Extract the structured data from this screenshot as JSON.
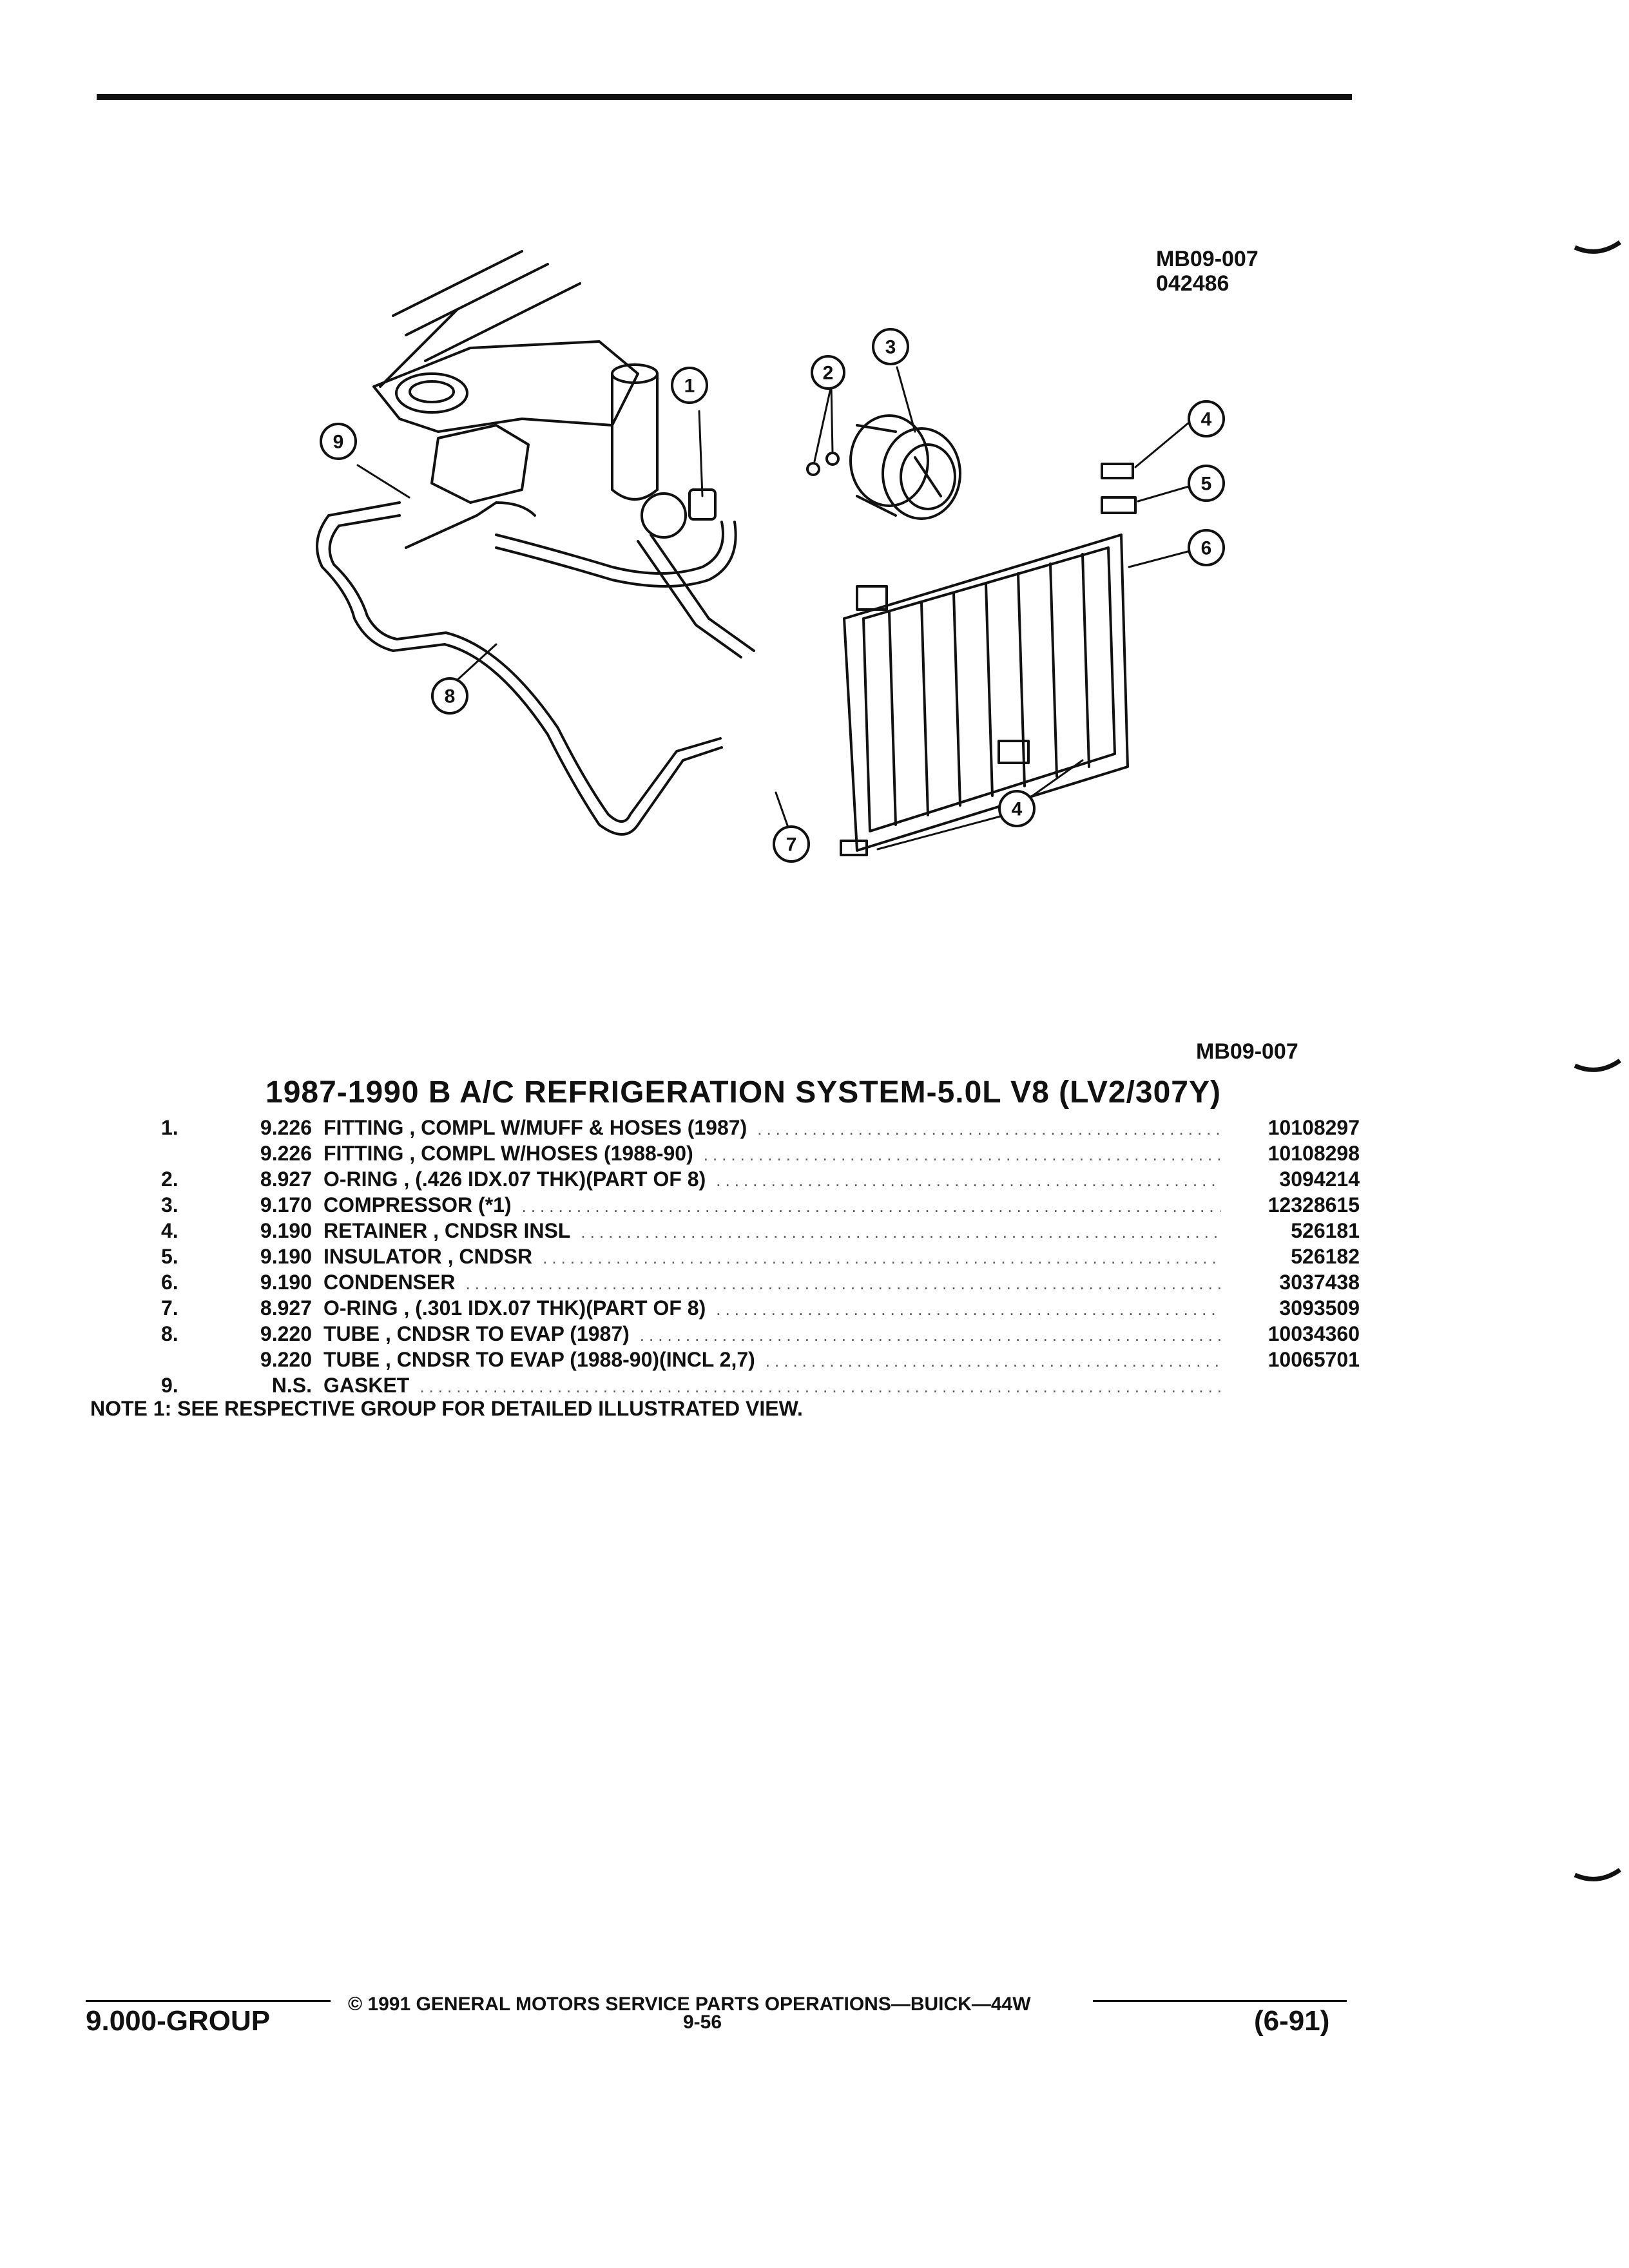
{
  "header": {
    "figure_code": "MB09-007",
    "figure_number": "042486"
  },
  "callouts": [
    "1",
    "2",
    "3",
    "4",
    "5",
    "6",
    "7",
    "8",
    "9",
    "4"
  ],
  "figure_code_below": "MB09-007",
  "title": "1987-1990 B A/C REFRIGERATION SYSTEM-5.0L V8 (LV2/307Y)",
  "parts": [
    {
      "num": "1.",
      "group": "9.226",
      "desc": "FITTING , COMPL W/MUFF & HOSES (1987)",
      "part": "10108297"
    },
    {
      "num": "",
      "group": "9.226",
      "desc": "FITTING , COMPL W/HOSES (1988-90)",
      "part": "10108298"
    },
    {
      "num": "2.",
      "group": "8.927",
      "desc": "O-RING , (.426 IDX.07 THK)(PART OF 8)",
      "part": "3094214"
    },
    {
      "num": "3.",
      "group": "9.170",
      "desc": "COMPRESSOR (*1)",
      "part": "12328615"
    },
    {
      "num": "4.",
      "group": "9.190",
      "desc": "RETAINER , CNDSR INSL",
      "part": "526181"
    },
    {
      "num": "5.",
      "group": "9.190",
      "desc": "INSULATOR , CNDSR",
      "part": "526182"
    },
    {
      "num": "6.",
      "group": "9.190",
      "desc": "CONDENSER",
      "part": "3037438"
    },
    {
      "num": "7.",
      "group": "8.927",
      "desc": "O-RING , (.301 IDX.07 THK)(PART OF 8)",
      "part": "3093509"
    },
    {
      "num": "8.",
      "group": "9.220",
      "desc": "TUBE , CNDSR TO EVAP (1987)",
      "part": "10034360"
    },
    {
      "num": "",
      "group": "9.220",
      "desc": "TUBE , CNDSR TO EVAP (1988-90)(INCL 2,7)",
      "part": "10065701"
    },
    {
      "num": "9.",
      "group": "N.S.",
      "desc": "GASKET",
      "part": ""
    }
  ],
  "note": "NOTE  1:  SEE RESPECTIVE GROUP FOR DETAILED ILLUSTRATED VIEW.",
  "footer": {
    "copyright": "© 1991 GENERAL MOTORS SERVICE PARTS OPERATIONS—BUICK—44W",
    "group": "9.000-GROUP",
    "page": "9-56",
    "date": "(6-91)"
  }
}
